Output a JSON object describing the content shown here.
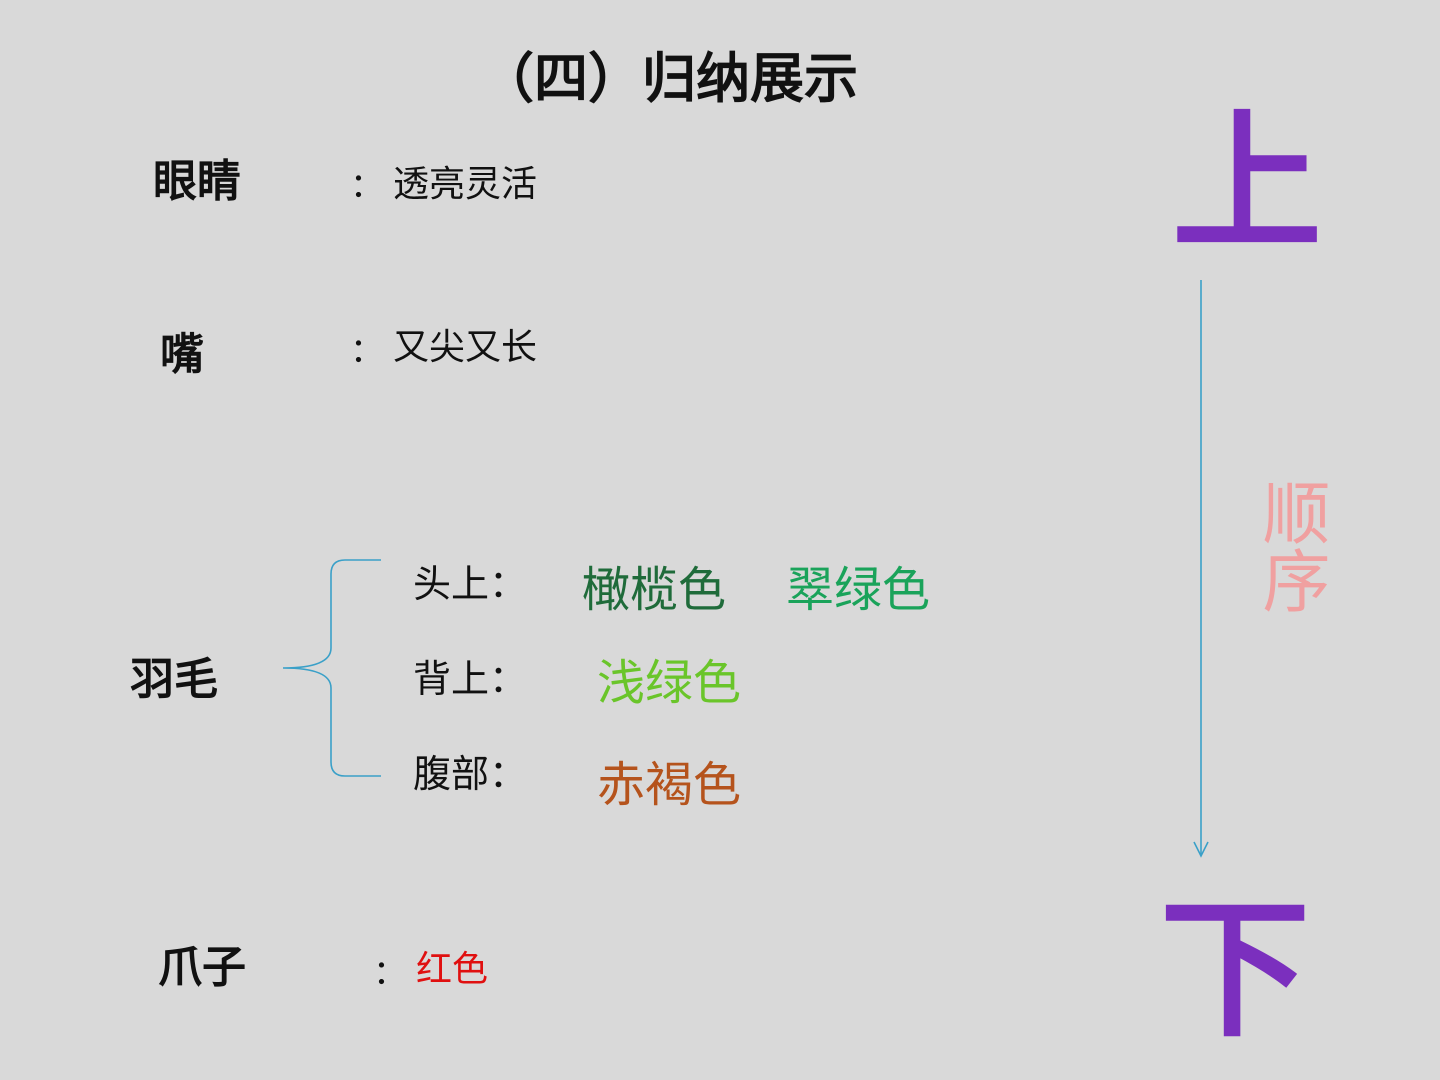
{
  "title": "（四）归纳展示",
  "rows": {
    "eyes": {
      "label": "眼睛",
      "colon": "：",
      "value": "透亮灵活"
    },
    "beak": {
      "label": "嘴",
      "colon": "：",
      "value": "又尖又长"
    },
    "claws": {
      "label": "爪子",
      "colon": "：",
      "value": "红色"
    }
  },
  "feathers": {
    "label": "羽毛",
    "head": {
      "label": "头上：",
      "color1": "橄榄色",
      "color2": "翠绿色"
    },
    "back": {
      "label": "背上：",
      "color": "浅绿色"
    },
    "belly": {
      "label": "腹部：",
      "color": "赤褐色"
    }
  },
  "order": {
    "top": "上",
    "bottom": "下",
    "label": "顺序"
  },
  "colors": {
    "olive": "#1f6b3a",
    "emerald": "#1aa35a",
    "light_green": "#6ac52a",
    "reddish_brown": "#b5531c",
    "red": "#e01010",
    "purple": "#7b2fbe",
    "pink": "#f0a0a0",
    "line": "#3aa0c8"
  }
}
